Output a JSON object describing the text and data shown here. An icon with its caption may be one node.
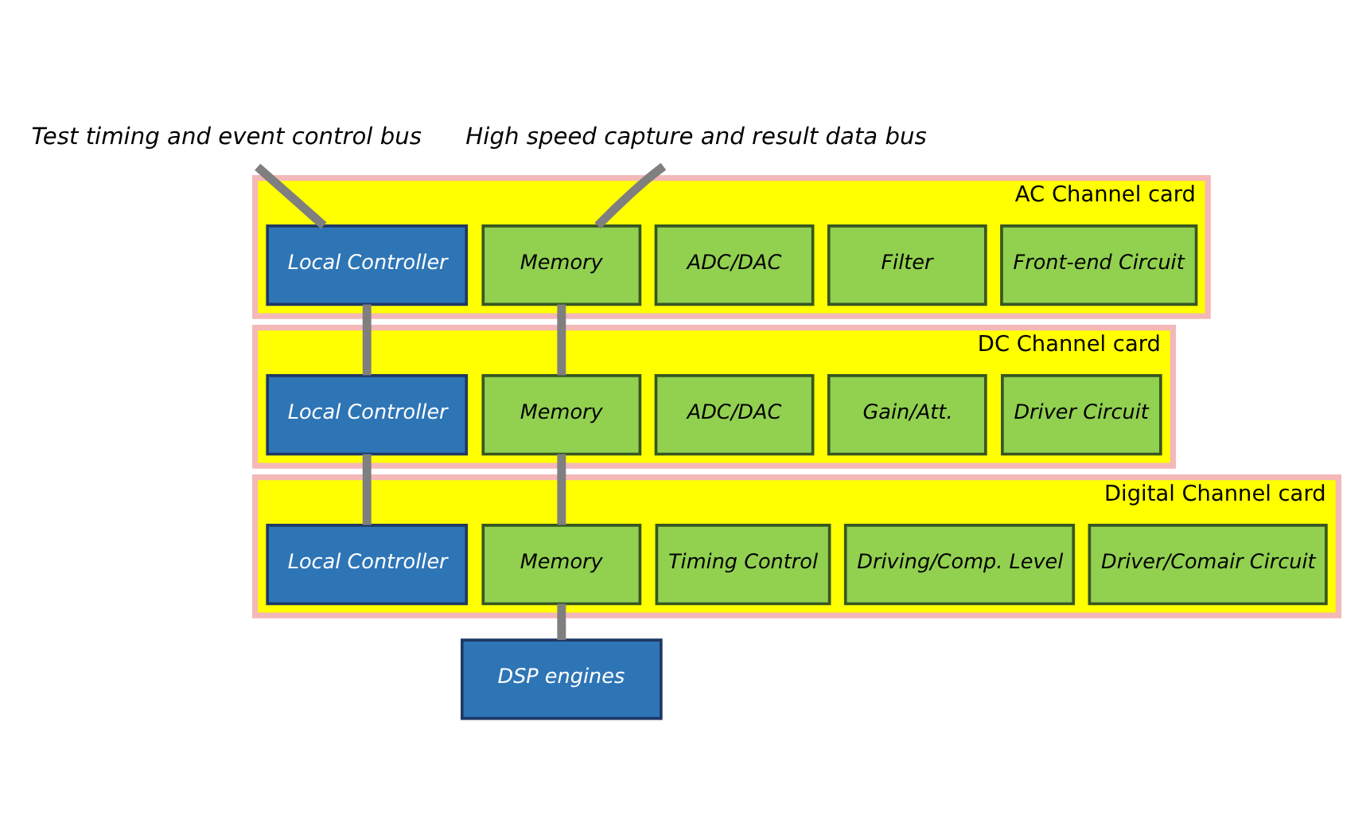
{
  "diagram": {
    "nodes": [
      {
        "text": [
          "Test timing and event control bus"
        ]
      },
      {
        "text": [
          "High speed capture and result data bus"
        ]
      },
      {
        "text": [
          "AC Channel card"
        ]
      },
      {
        "text": [
          "Local Controller"
        ],
        "in": 2
      },
      {
        "text": [
          "Memory"
        ],
        "in": 2
      },
      {
        "text": [
          "ADC/DAC"
        ],
        "in": 2
      },
      {
        "text": [
          "Filter"
        ],
        "in": 2
      },
      {
        "text": [
          "Front-end Circuit"
        ],
        "in": 2
      },
      {
        "text": [
          "DC Channel card"
        ]
      },
      {
        "text": [
          "Local Controller"
        ],
        "in": 8
      },
      {
        "text": [
          "Memory"
        ],
        "in": 8
      },
      {
        "text": [
          "ADC/DAC"
        ],
        "in": 8
      },
      {
        "text": [
          "Gain/Att."
        ],
        "in": 8
      },
      {
        "text": [
          "Driver Circuit"
        ],
        "in": 8
      },
      {
        "text": [
          "Digital Channel card"
        ]
      },
      {
        "text": [
          "Local Controller"
        ],
        "in": 14
      },
      {
        "text": [
          "Memory"
        ],
        "in": 14
      },
      {
        "text": [
          "Timing Control"
        ],
        "in": 14
      },
      {
        "text": [
          "Driving/Comp. Level"
        ],
        "in": 14
      },
      {
        "text": [
          "Driver/Comair Circuit"
        ],
        "in": 14
      },
      {
        "text": [
          "DSP engines"
        ]
      }
    ],
    "edges": [
      {
        "from": 0,
        "to": 3,
        "arrow": "none"
      },
      {
        "from": 3,
        "to": 9,
        "arrow": "none"
      },
      {
        "from": 9,
        "to": 15,
        "arrow": "none"
      },
      {
        "from": 1,
        "to": 4,
        "arrow": "none"
      },
      {
        "from": 4,
        "to": 10,
        "arrow": "none"
      },
      {
        "from": 10,
        "to": 16,
        "arrow": "none"
      },
      {
        "from": 16,
        "to": 20,
        "arrow": "none"
      }
    ]
  }
}
